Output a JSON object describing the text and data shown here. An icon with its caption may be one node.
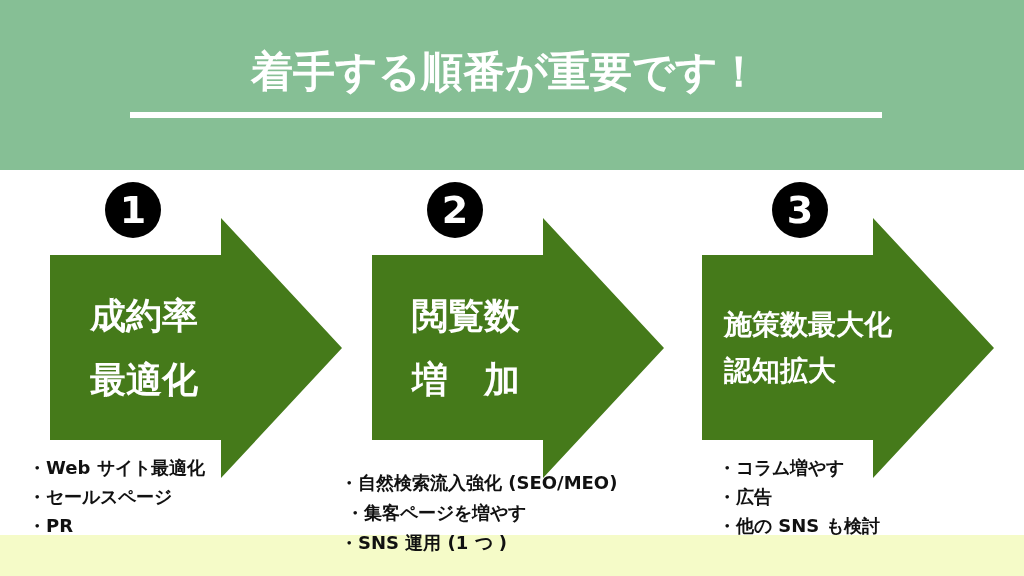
{
  "diagram": {
    "title": "着手する順番が重要です！",
    "nodes": [
      {
        "text": [
          "成約率",
          "最適化"
        ],
        "beside": [
          "1"
        ]
      },
      {
        "text": [
          "閲覧数",
          "増　加"
        ],
        "beside": [
          "2"
        ]
      },
      {
        "text": [
          "施策数最大化",
          "認知拡大"
        ],
        "beside": [
          "3"
        ]
      }
    ],
    "edges": [],
    "labels": [
      "・Web サイト最適化",
      "・セールスページ",
      "・PR",
      "・自然検索流入強化 (SEO/MEO)",
      "・集客ページを増やす",
      "・SNS 運用 (1 つ )",
      "・コラム増やす",
      "・広告",
      "・他の SNS も検討"
    ]
  }
}
